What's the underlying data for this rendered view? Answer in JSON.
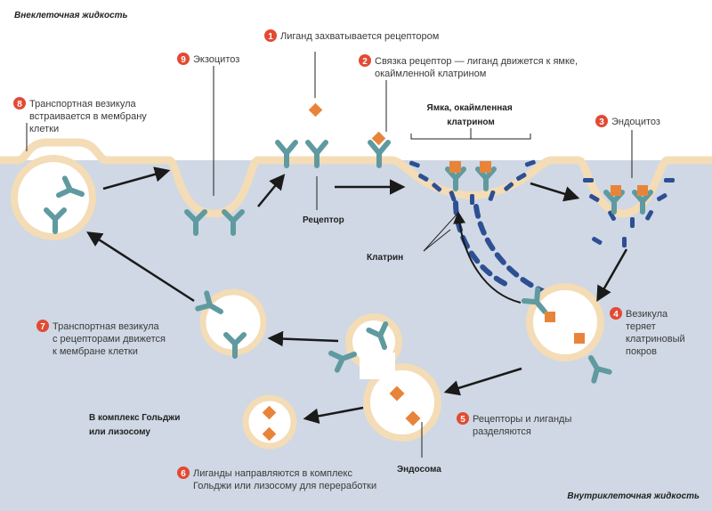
{
  "regions": {
    "outside": "Внеклеточная жидкость",
    "inside": "Внутриклеточная жидкость"
  },
  "labels": {
    "pit_title_1": "Ямка, окаймленная",
    "pit_title_2": "клатрином",
    "receptor": "Рецептор",
    "clathrin": "Клатрин",
    "endosome": "Эндосома",
    "golgi_1": "В комплекс Гольджи",
    "golgi_2": "или лизосому"
  },
  "steps": [
    {
      "num": "1",
      "lines": [
        "Лиганд захватывается рецептором"
      ]
    },
    {
      "num": "2",
      "lines": [
        "Связка рецептор — лиганд движется к ямке,",
        "окаймленной клатрином"
      ]
    },
    {
      "num": "3",
      "lines": [
        "Эндоцитоз"
      ]
    },
    {
      "num": "4",
      "lines": [
        "Везикула",
        "теряет",
        "клатриновый",
        "покров"
      ]
    },
    {
      "num": "5",
      "lines": [
        "Рецепторы и лиганды",
        "разделяются"
      ]
    },
    {
      "num": "6",
      "lines": [
        "Лиганды направляются в комплекс",
        "Гольджи или лизосому для переработки"
      ]
    },
    {
      "num": "7",
      "lines": [
        "Транспортная везикула",
        "с рецепторами движется",
        "к мембране клетки"
      ]
    },
    {
      "num": "8",
      "lines": [
        "Транспортная везикула",
        "встраивается в мембрану",
        "клетки"
      ]
    },
    {
      "num": "9",
      "lines": [
        "Экзоцитоз"
      ]
    }
  ],
  "colors": {
    "outside": "#ffffff",
    "inside": "#cfd8e4",
    "membrane": "#f3dcb6",
    "receptor": "#5f9aa0",
    "ligand": "#e8843a",
    "clathrin": "#2d4f93",
    "step_circle": "#e24a33",
    "arrow": "#1a1a1a"
  }
}
